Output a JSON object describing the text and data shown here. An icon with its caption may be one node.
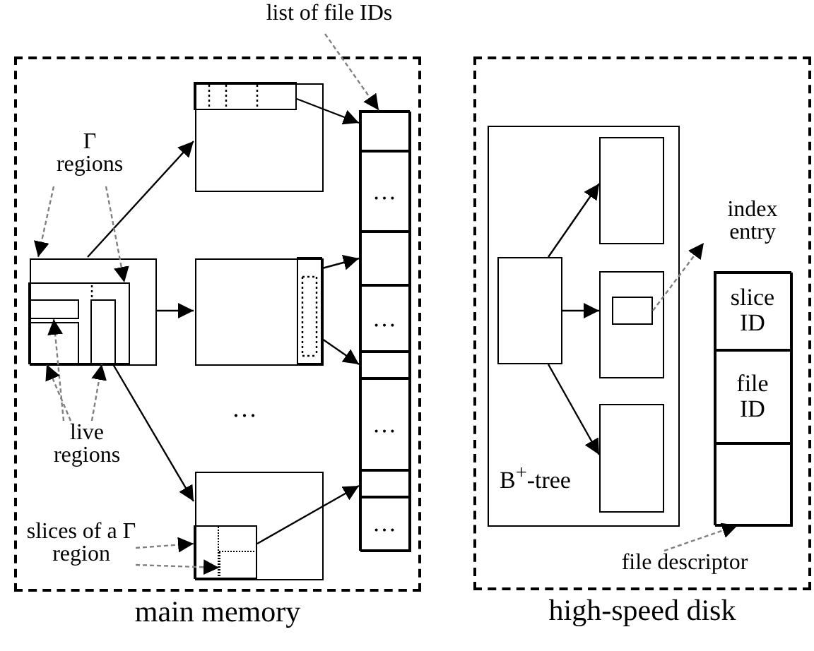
{
  "diagram": {
    "nodes": [
      {
        "text": [
          "main memory"
        ]
      },
      {
        "text": [],
        "shape": "box",
        "in": 0
      },
      {
        "text": [],
        "shape": "box",
        "in": 1
      },
      {
        "text": [],
        "shape": "box",
        "in": 2
      },
      {
        "text": [],
        "shape": "box",
        "in": 2
      },
      {
        "text": [],
        "shape": "box",
        "in": 2
      },
      {
        "text": [],
        "shape": "box",
        "in": 0
      },
      {
        "text": [],
        "shape": "box",
        "in": 6
      },
      {
        "text": [],
        "shape": "box",
        "in": 0
      },
      {
        "text": [],
        "shape": "box",
        "in": 8
      },
      {
        "text": [],
        "shape": "box",
        "in": 0
      },
      {
        "text": [],
        "shape": "box",
        "in": 10
      },
      {
        "text": [],
        "shape": "box",
        "in": 11
      },
      {
        "text": [],
        "shape": "box",
        "in": 11
      },
      {
        "text": [],
        "shape": "box",
        "in": 0
      },
      {
        "text": [],
        "shape": "box",
        "in": 14
      },
      {
        "text": [
          "…"
        ],
        "in": 14
      },
      {
        "text": [],
        "shape": "box",
        "in": 14
      },
      {
        "text": [
          "…"
        ],
        "in": 14
      },
      {
        "text": [],
        "shape": "box",
        "in": 14
      },
      {
        "text": [
          "…"
        ],
        "in": 14
      },
      {
        "text": [],
        "shape": "box",
        "in": 14
      },
      {
        "text": [
          "…"
        ],
        "in": 14
      },
      {
        "text": [
          "list of file IDs"
        ]
      },
      {
        "text": [
          "Γ regions"
        ],
        "in": 0
      },
      {
        "text": [
          "live regions"
        ],
        "in": 0
      },
      {
        "text": [
          "slices of a Γ region"
        ],
        "in": 0
      },
      {
        "text": [
          "high-speed disk"
        ]
      },
      {
        "text": [
          "B$^{+}$-tree"
        ],
        "in": 27
      },
      {
        "text": [],
        "shape": "box",
        "in": 28
      },
      {
        "text": [],
        "shape": "box",
        "in": 28
      },
      {
        "text": [],
        "shape": "box",
        "in": 28
      },
      {
        "text": [],
        "shape": "box",
        "in": 31
      },
      {
        "text": [],
        "shape": "box",
        "in": 28
      },
      {
        "text": [
          "index entry"
        ],
        "in": 27
      },
      {
        "text": [],
        "shape": "box",
        "in": 27
      },
      {
        "text": [
          "slice ID"
        ],
        "in": 35
      },
      {
        "text": [
          "file ID"
        ],
        "in": 35
      },
      {
        "text": [],
        "shape": "box",
        "in": 35
      },
      {
        "text": [
          "file descriptor"
        ],
        "in": 27
      }
    ],
    "edges": [
      {
        "from": 1,
        "to": 6,
        "arrow": "to"
      },
      {
        "from": 1,
        "to": 8,
        "arrow": "to"
      },
      {
        "from": 1,
        "to": 10,
        "arrow": "to"
      },
      {
        "from": 7,
        "to": 15,
        "arrow": "to"
      },
      {
        "from": 9,
        "to": 17,
        "arrow": "to"
      },
      {
        "from": 9,
        "to": 19,
        "arrow": "to"
      },
      {
        "from": 11,
        "to": 21,
        "arrow": "to"
      },
      {
        "from": 23,
        "to": 14,
        "arrow": "to",
        "style": "dashed",
        "color": "#808080"
      },
      {
        "from": 24,
        "to": 1,
        "arrow": "to",
        "style": "dashed",
        "color": "#808080"
      },
      {
        "from": 24,
        "to": 2,
        "arrow": "to",
        "style": "dashed",
        "color": "#808080"
      },
      {
        "from": 25,
        "to": 3,
        "arrow": "to",
        "style": "dashed",
        "color": "#808080"
      },
      {
        "from": 25,
        "to": 4,
        "arrow": "to",
        "style": "dashed",
        "color": "#808080"
      },
      {
        "from": 25,
        "to": 5,
        "arrow": "to",
        "style": "dashed",
        "color": "#808080"
      },
      {
        "from": 26,
        "to": 12,
        "arrow": "to",
        "style": "dashed",
        "color": "#808080"
      },
      {
        "from": 26,
        "to": 13,
        "arrow": "to",
        "style": "dashed",
        "color": "#808080"
      },
      {
        "from": 29,
        "to": 30,
        "arrow": "to"
      },
      {
        "from": 29,
        "to": 31,
        "arrow": "to"
      },
      {
        "from": 29,
        "to": 33,
        "arrow": "to"
      },
      {
        "from": 32,
        "to": 34,
        "arrow": "to",
        "style": "dashed",
        "color": "#808080"
      },
      {
        "from": 39,
        "to": 38,
        "arrow": "to",
        "style": "dashed",
        "color": "#808080"
      }
    ],
    "labels": [
      "…"
    ]
  }
}
